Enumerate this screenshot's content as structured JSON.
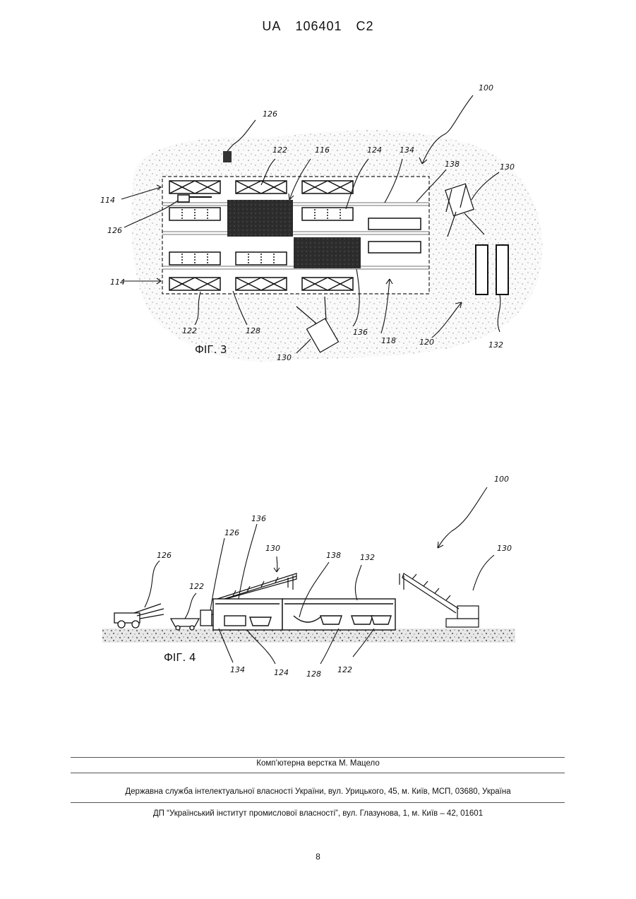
{
  "header": {
    "country": "UA",
    "number": "106401",
    "kind": "C2"
  },
  "fig3": {
    "caption": "ФІГ. 3",
    "refs": {
      "r100": "100",
      "r126a": "126",
      "r122a": "122",
      "r116": "116",
      "r124": "124",
      "r134": "134",
      "r138": "138",
      "r130a": "130",
      "r114a": "114",
      "r126b": "126",
      "r114b": "114",
      "r122b": "122",
      "r128": "128",
      "r130b": "130",
      "r136": "136",
      "r118": "118",
      "r120": "120",
      "r132": "132"
    }
  },
  "fig4": {
    "caption": "ФІГ. 4",
    "refs": {
      "r100": "100",
      "r126a": "126",
      "r136": "136",
      "r130a": "130",
      "r138": "138",
      "r132": "132",
      "r130b": "130",
      "r126b": "126",
      "r122a": "122",
      "r134": "134",
      "r124": "124",
      "r128": "128",
      "r122b": "122"
    }
  },
  "footer": {
    "layout_credit": "Комп’ютерна верстка М. Мацело",
    "office": "Державна служба інтелектуальної власності України, вул. Урицького, 45, м. Київ, МСП, 03680, Україна",
    "publisher": "ДП “Український інститут промислової власності”, вул. Глазунова, 1, м. Київ – 42, 01601"
  },
  "page_number": "8"
}
